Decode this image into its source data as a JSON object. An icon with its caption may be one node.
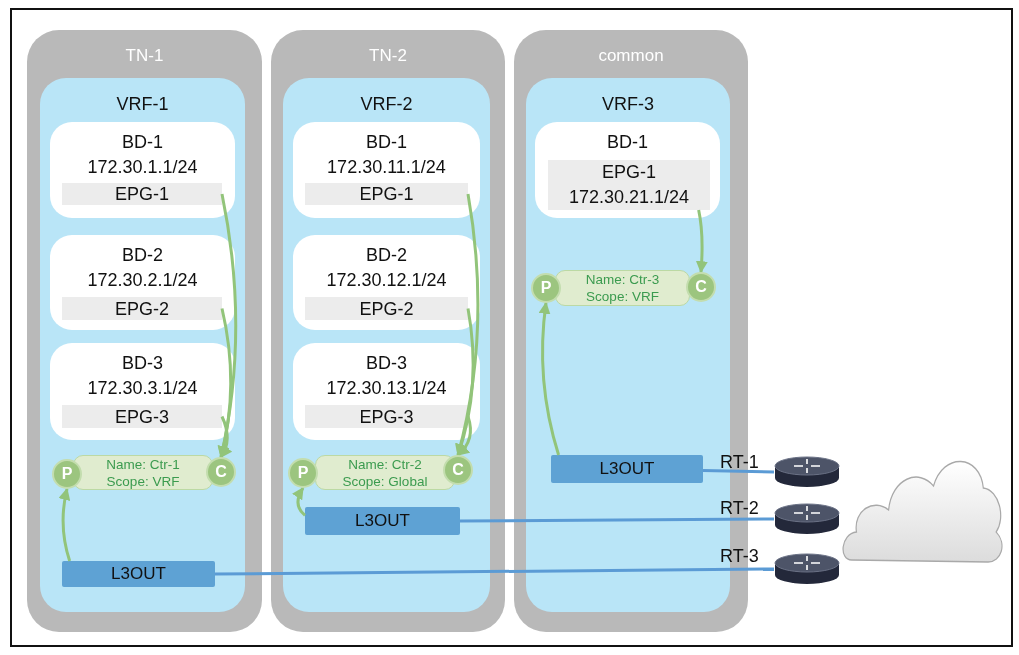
{
  "diagram": {
    "nodes": [
      {
        "text": [
          "TN-1"
        ]
      },
      {
        "text": [
          "VRF-1"
        ],
        "in": 0
      },
      {
        "text": [
          "BD-1",
          "172.30.1.1/24"
        ],
        "in": 1
      },
      {
        "text": [
          "EPG-1"
        ],
        "in": 2
      },
      {
        "text": [
          "BD-2",
          "172.30.2.1/24"
        ],
        "in": 1
      },
      {
        "text": [
          "EPG-2"
        ],
        "in": 4
      },
      {
        "text": [
          "BD-3",
          "172.30.3.1/24"
        ],
        "in": 1
      },
      {
        "text": [
          "EPG-3"
        ],
        "in": 6
      },
      {
        "text": [
          "Name: Ctr-1",
          "Scope: VRF"
        ],
        "in": 1
      },
      {
        "text": [
          "P"
        ],
        "in": 1
      },
      {
        "text": [
          "C"
        ],
        "in": 1
      },
      {
        "text": [
          "L3OUT"
        ],
        "in": 1
      },
      {
        "text": [
          "TN-2"
        ]
      },
      {
        "text": [
          "VRF-2"
        ],
        "in": 12
      },
      {
        "text": [
          "BD-1",
          "172.30.11.1/24"
        ],
        "in": 13
      },
      {
        "text": [
          "EPG-1"
        ],
        "in": 14
      },
      {
        "text": [
          "BD-2",
          "172.30.12.1/24"
        ],
        "in": 13
      },
      {
        "text": [
          "EPG-2"
        ],
        "in": 16
      },
      {
        "text": [
          "BD-3",
          "172.30.13.1/24"
        ],
        "in": 13
      },
      {
        "text": [
          "EPG-3"
        ],
        "in": 18
      },
      {
        "text": [
          "Name: Ctr-2",
          "Scope: Global"
        ],
        "in": 13
      },
      {
        "text": [
          "P"
        ],
        "in": 13
      },
      {
        "text": [
          "C"
        ],
        "in": 13
      },
      {
        "text": [
          "L3OUT"
        ],
        "in": 13
      },
      {
        "text": [
          "common"
        ]
      },
      {
        "text": [
          "VRF-3"
        ],
        "in": 24
      },
      {
        "text": [
          "BD-1"
        ],
        "in": 25
      },
      {
        "text": [
          "EPG-1",
          "172.30.21.1/24"
        ],
        "in": 26
      },
      {
        "text": [
          "Name: Ctr-3",
          "Scope: VRF"
        ],
        "in": 25
      },
      {
        "text": [
          "P"
        ],
        "in": 25
      },
      {
        "text": [
          "C"
        ],
        "in": 25
      },
      {
        "text": [
          "L3OUT"
        ],
        "in": 25
      },
      {
        "text": [],
        "shape": "cylinder",
        "beside": [
          "RT-1"
        ]
      },
      {
        "text": [],
        "shape": "cylinder",
        "beside": [
          "RT-2"
        ]
      },
      {
        "text": [],
        "shape": "cylinder",
        "beside": [
          "RT-3"
        ]
      },
      {
        "text": [],
        "shape": "cloud"
      }
    ],
    "edges": [
      {
        "from": 3,
        "to": 10,
        "arrow": "to"
      },
      {
        "from": 5,
        "to": 10,
        "arrow": "to"
      },
      {
        "from": 7,
        "to": 10,
        "arrow": "to"
      },
      {
        "from": 11,
        "to": 9,
        "arrow": "to"
      },
      {
        "from": 15,
        "to": 22,
        "arrow": "to"
      },
      {
        "from": 17,
        "to": 22,
        "arrow": "to"
      },
      {
        "from": 19,
        "to": 22,
        "arrow": "to"
      },
      {
        "from": 23,
        "to": 21,
        "arrow": "to"
      },
      {
        "from": 27,
        "to": 30,
        "arrow": "to"
      },
      {
        "from": 31,
        "to": 29,
        "arrow": "to"
      },
      {
        "from": 31,
        "to": 32,
        "arrow": "none",
        "color": "#5b9bd5"
      },
      {
        "from": 23,
        "to": 33,
        "arrow": "none",
        "color": "#5b9bd5"
      },
      {
        "from": 11,
        "to": 34,
        "arrow": "none",
        "color": "#5b9bd5"
      }
    ]
  }
}
